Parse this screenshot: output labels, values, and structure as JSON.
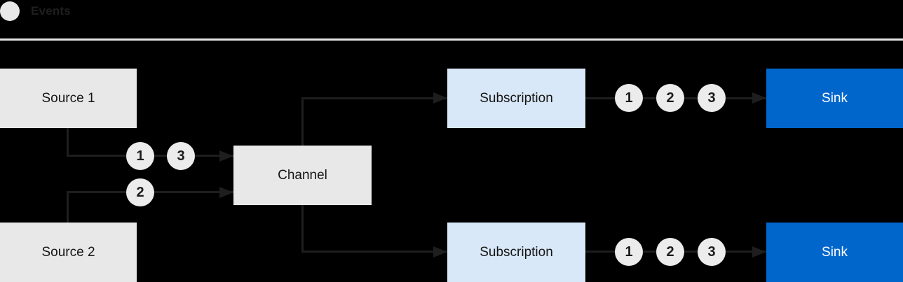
{
  "legend": {
    "label": "Events",
    "swatch_icon": "event-circle-swatch"
  },
  "colors": {
    "background": "#000000",
    "connector_line": "#1e1e1e",
    "node_gray": "#e8e8e8",
    "node_light_blue": "#d9e8f8",
    "node_blue": "#0066cc",
    "text_dark": "#151515",
    "text_light": "#ffffff",
    "divider": "#e4e4e4",
    "event_circle": "#ececec"
  },
  "nodes": [
    {
      "id": "source-1",
      "label": "Source 1",
      "type": "source"
    },
    {
      "id": "source-2",
      "label": "Source 2",
      "type": "source"
    },
    {
      "id": "channel",
      "label": "Channel",
      "type": "channel"
    },
    {
      "id": "subscription-1",
      "label": "Subscription",
      "type": "subscription"
    },
    {
      "id": "subscription-2",
      "label": "Subscription",
      "type": "subscription"
    },
    {
      "id": "sink-1",
      "label": "Sink",
      "type": "sink"
    },
    {
      "id": "sink-2",
      "label": "Sink",
      "type": "sink"
    }
  ],
  "event_markers": {
    "source1_to_channel": [
      "1",
      "3"
    ],
    "source2_to_channel": [
      "2"
    ],
    "subscription1_to_sink": [
      "1",
      "2",
      "3"
    ],
    "subscription2_to_sink": [
      "1",
      "2",
      "3"
    ]
  },
  "edges": [
    {
      "from": "source-1",
      "to": "channel"
    },
    {
      "from": "source-2",
      "to": "channel"
    },
    {
      "from": "channel",
      "to": "subscription-1"
    },
    {
      "from": "channel",
      "to": "subscription-2"
    },
    {
      "from": "subscription-1",
      "to": "sink-1"
    },
    {
      "from": "subscription-2",
      "to": "sink-2"
    }
  ]
}
